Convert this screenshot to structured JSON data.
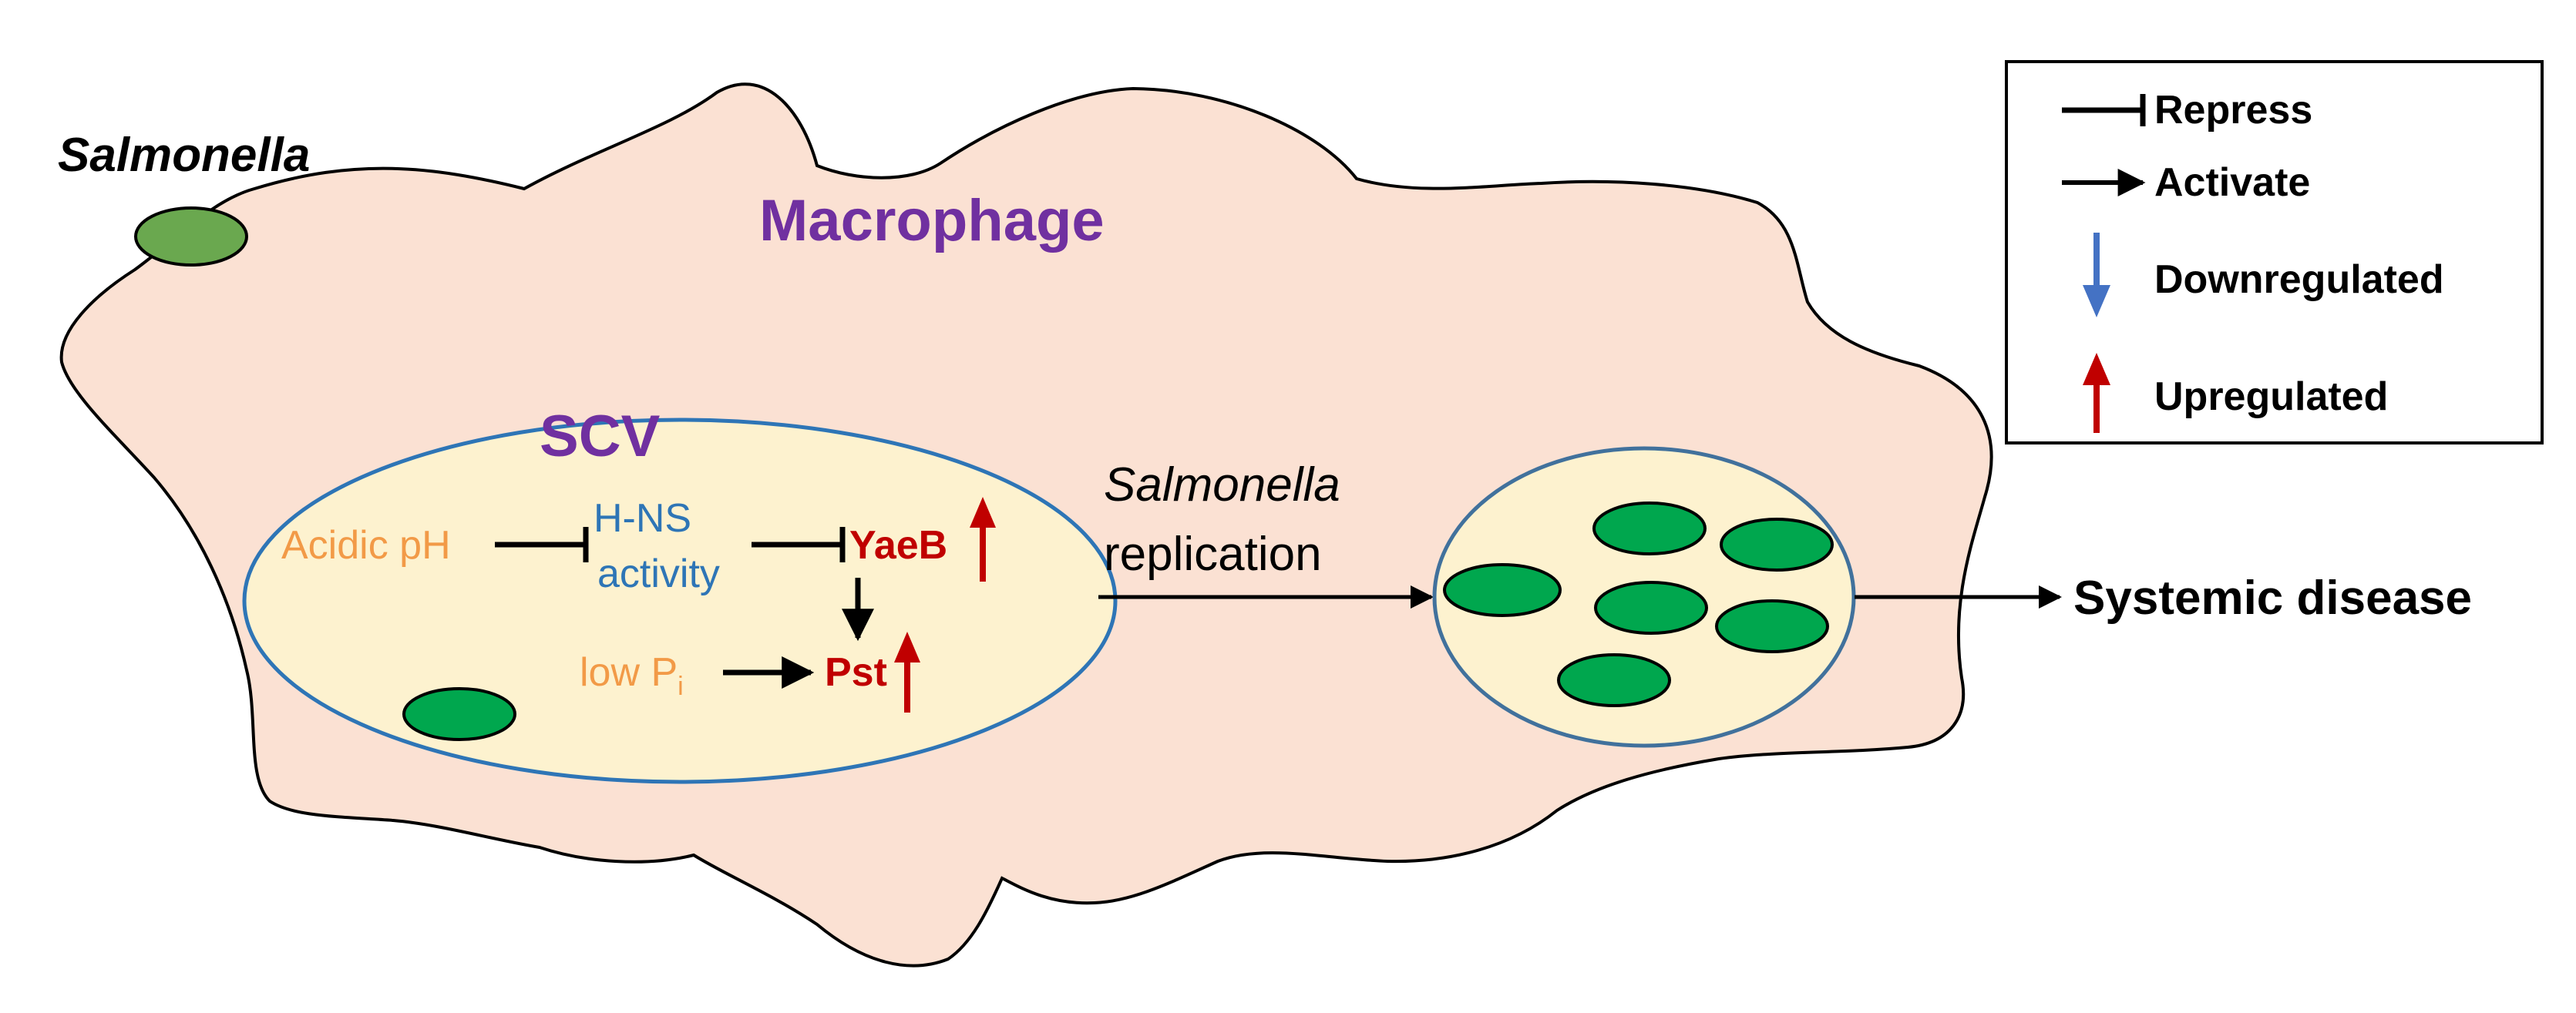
{
  "labels": {
    "salmonella_outside": "Salmonella",
    "macrophage": "Macrophage",
    "scv": "SCV",
    "acidic_ph": "Acidic pH",
    "hns_line1": "H-NS",
    "hns_line2": "activity",
    "yaeb": "YaeB",
    "low_pi_main": "low P",
    "low_pi_sub": "i",
    "pst": "Pst",
    "replication_line1": "Salmonella",
    "replication_line2": "replication",
    "systemic_disease": "Systemic disease"
  },
  "legend": {
    "repress": "Repress",
    "activate": "Activate",
    "downregulated": "Downregulated",
    "upregulated": "Upregulated"
  },
  "colors": {
    "cell_fill": "#fbe1d3",
    "vacuole_fill": "#fdf2cf",
    "bacterium": "#00a74e",
    "bacterium_outside": "#6aa84f",
    "scv_border": "#2e75b6",
    "replication_vacuole_border": "#41719c",
    "macrophage_text": "#7030a0",
    "orange_text": "#f29a47",
    "blue_text": "#2e75b6",
    "red": "#c00000",
    "down_arrow": "#4472c4"
  }
}
